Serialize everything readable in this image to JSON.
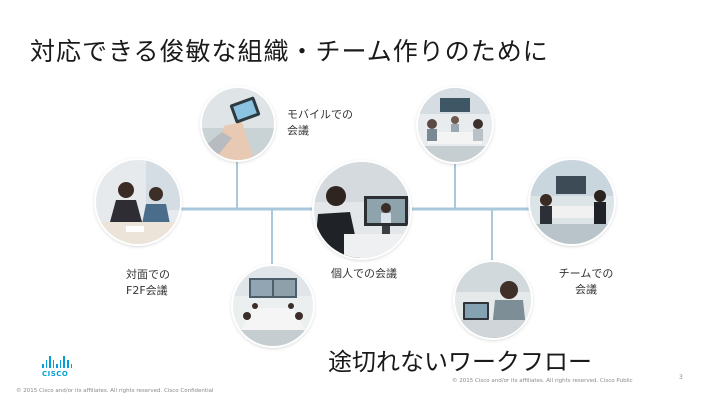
{
  "slide": {
    "title": "対応できる俊敏な組織・チーム作りのために",
    "tagline": "途切れないワークフロー",
    "page_number": "3",
    "logo_text": "CISCO",
    "footer_left": "© 2015  Cisco and/or its affiliates. All rights reserved.    Cisco Confidential",
    "footer_right": "© 2015  Cisco and/or its affiliates. All rights reserved.    Cisco Public"
  },
  "nodes": [
    {
      "id": "mobile",
      "label_line1": "モバイルでの",
      "label_line2": "会議"
    },
    {
      "id": "conference-room",
      "label_line1": "",
      "label_line2": ""
    },
    {
      "id": "f2f",
      "label_line1": "対面での",
      "label_line2": "F2F会議"
    },
    {
      "id": "personal",
      "label_line1": "個人での会議",
      "label_line2": ""
    },
    {
      "id": "team",
      "label_line1": "チームでの",
      "label_line2": "会議"
    },
    {
      "id": "boardroom",
      "label_line1": "",
      "label_line2": ""
    },
    {
      "id": "laptop",
      "label_line1": "",
      "label_line2": ""
    }
  ],
  "colors": {
    "connector": "#a9c8dc",
    "brand": "#049fd9",
    "title": "#1a1a1a"
  },
  "icons": [
    "cisco-logo"
  ]
}
